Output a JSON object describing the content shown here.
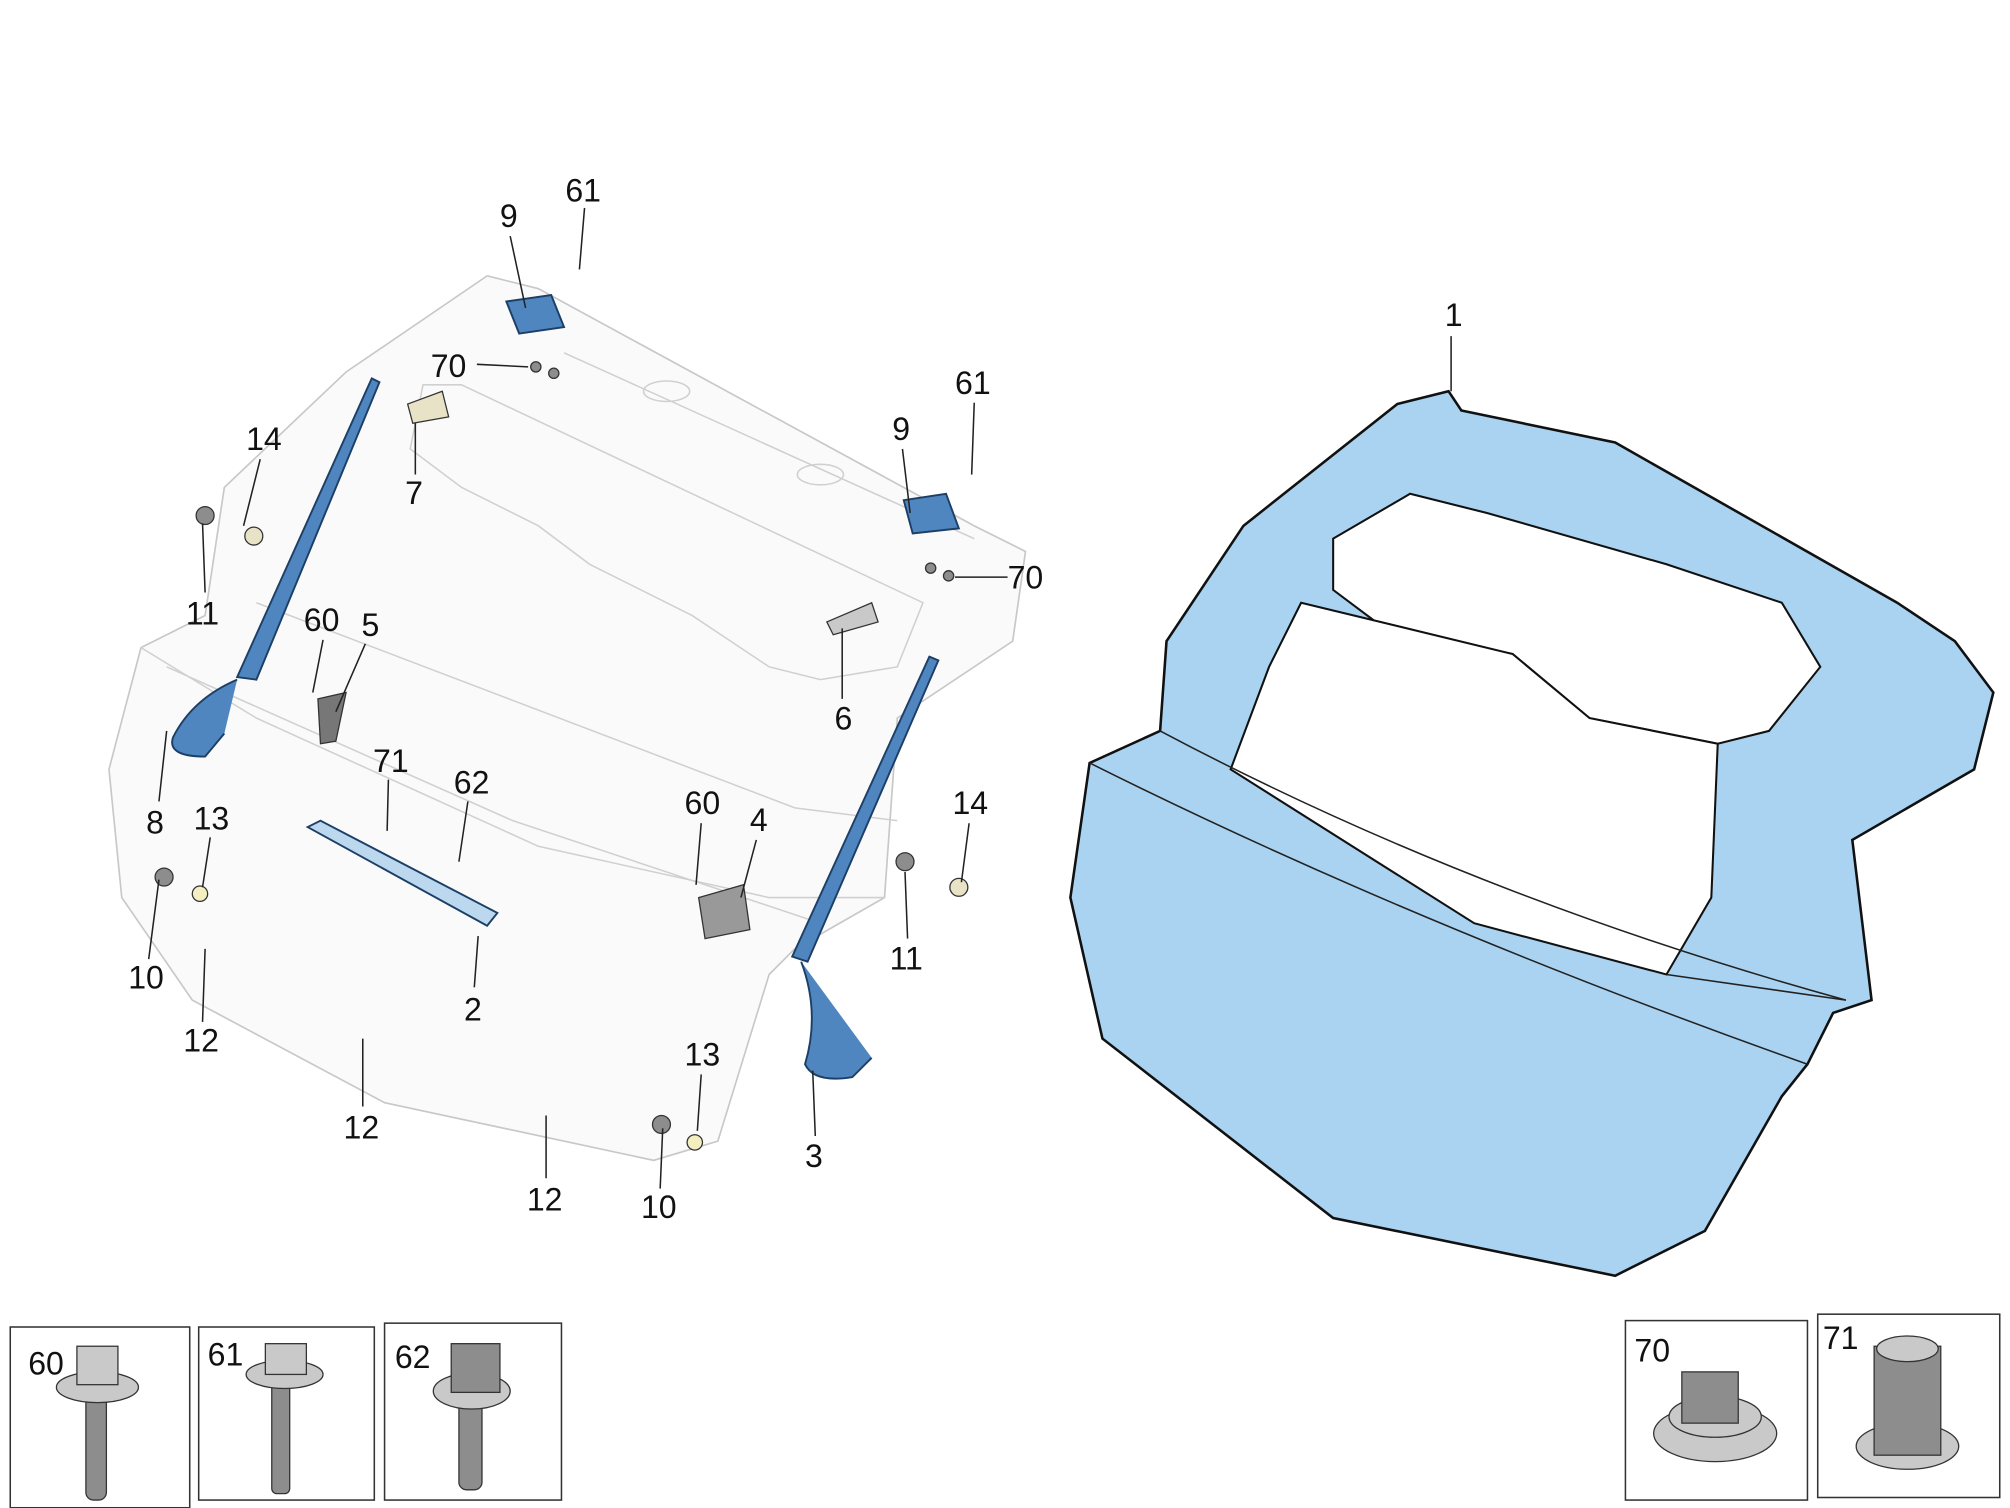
{
  "diagram": {
    "callouts": {
      "c1": "1",
      "c2": "2",
      "c3": "3",
      "c4": "4",
      "c5": "5",
      "c6": "6",
      "c7": "7",
      "c8": "8",
      "c9a": "9",
      "c9b": "9",
      "c10a": "10",
      "c10b": "10",
      "c11a": "11",
      "c11b": "11",
      "c12a": "12",
      "c12b": "12",
      "c12c": "12",
      "c13a": "13",
      "c13b": "13",
      "c14a": "14",
      "c14b": "14",
      "c60a": "60",
      "c60b": "60",
      "c61a": "61",
      "c61b": "61",
      "c62": "62",
      "c70a": "70",
      "c70b": "70",
      "c71": "71"
    },
    "detail_boxes": {
      "b60": "60",
      "b61": "61",
      "b62": "62",
      "b70": "70",
      "b71": "71"
    },
    "colors": {
      "panel": "#a9d3f0",
      "strut": "#4f86c0"
    }
  }
}
